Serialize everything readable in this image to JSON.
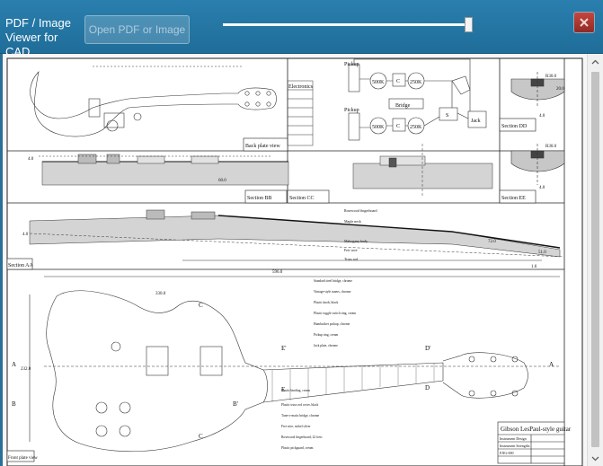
{
  "app": {
    "title_line1": "PDF / Image",
    "title_line2": "Viewer for CAD",
    "open_button_label": "Open PDF or Image",
    "zoom_slider_value": 0.97,
    "close_icon": "close-icon"
  },
  "drawing": {
    "title_block": {
      "title": "Gibson LesPaul-style guitar",
      "rows": [
        "Instrument Design",
        "Instrument Strengths",
        "ENG-000"
      ]
    },
    "views": {
      "back_plate": "Back plate view",
      "section_bb": "Section BB",
      "section_cc": "Section CC",
      "section_dd": "Section DD",
      "section_ee": "Section EE",
      "section_aa": "Section AA",
      "front_plate": "Front plate view"
    },
    "electronics": {
      "title": "Electronics",
      "pickup1": "Pickup",
      "pickup2": "Pickup",
      "pot1": "500K",
      "pot2": "250K",
      "pot3": "500K",
      "pot4": "250K",
      "cap1": "C",
      "cap2": "C",
      "bridge": "Bridge",
      "switch": "S",
      "jack": "Jack"
    },
    "labels": {
      "A": "A",
      "B": "B",
      "C": "C",
      "D": "D",
      "E": "E",
      "Bp": "B'",
      "Cp": "C'",
      "Dp": "D'",
      "Ep": "E'"
    },
    "dims": {
      "d1": "4.0",
      "d2": "60.0",
      "d3": "R30.0",
      "d4": "20.0",
      "d5": "4.0",
      "d6": "R30.0",
      "d7": "4.0",
      "d8": "596.0",
      "d9": "232.0",
      "d10": "330.0",
      "d11": "72.0",
      "d12": "51.0",
      "d13": "1.6",
      "d14": "4.0"
    },
    "callouts": [
      "Standard steel bridge, chrome",
      "Vintage-style tuners, chrome",
      "Plastic knob, black",
      "Plastic toggle switch ring, cream",
      "Humbucker pickup, chrome",
      "Pickup ring, cream",
      "Jack plate, chrome",
      "Plastic binding, cream",
      "Plastic truss rod cover, black",
      "Tune-o-matic bridge, chrome",
      "Fret wire, nickel silver",
      "Rosewood fingerboard, 22 frets",
      "Plastic pickguard, cream"
    ],
    "neck_callouts": [
      "Rosewood fingerboard",
      "Maple neck",
      "Mahogany body",
      "Fret wire",
      "Truss rod"
    ]
  }
}
